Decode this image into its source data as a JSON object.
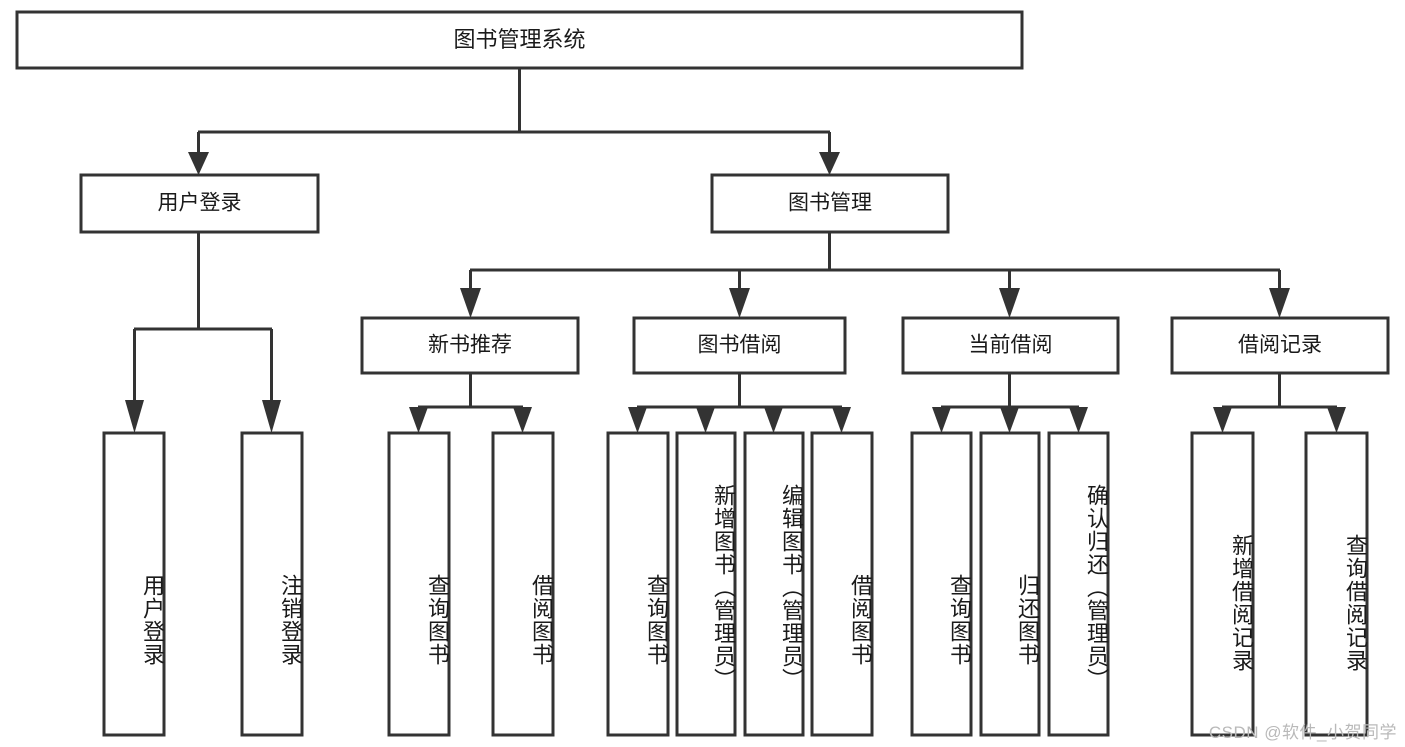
{
  "diagram": {
    "kind": "hierarchy-tree",
    "title": "图书管理系统",
    "background_color": "#ffffff",
    "line_color": "#333333",
    "box_fill": "#ffffff",
    "text_color": "#1a1a1a"
  },
  "root": {
    "label": "图书管理系统"
  },
  "tier1": [
    {
      "label": "用户登录"
    },
    {
      "label": "图书管理"
    }
  ],
  "tier2": [
    {
      "label": "新书推荐"
    },
    {
      "label": "图书借阅"
    },
    {
      "label": "当前借阅"
    },
    {
      "label": "借阅记录"
    }
  ],
  "leaves": {
    "user_login": [
      {
        "label": "用户登录"
      },
      {
        "label": "注销登录"
      }
    ],
    "new_book_recommend": [
      {
        "label": "查询图书"
      },
      {
        "label": "借阅图书"
      }
    ],
    "book_borrow": [
      {
        "label": "查询图书"
      },
      {
        "label": "新增图书（管理员）"
      },
      {
        "label": "编辑图书（管理员）"
      },
      {
        "label": "借阅图书"
      }
    ],
    "current_borrow": [
      {
        "label": "查询图书"
      },
      {
        "label": "归还图书"
      },
      {
        "label": "确认归还（管理员）"
      }
    ],
    "borrow_record": [
      {
        "label": "新增借阅记录"
      },
      {
        "label": "查询借阅记录"
      }
    ]
  },
  "watermark": {
    "text": "CSDN @软件_小贺同学"
  }
}
